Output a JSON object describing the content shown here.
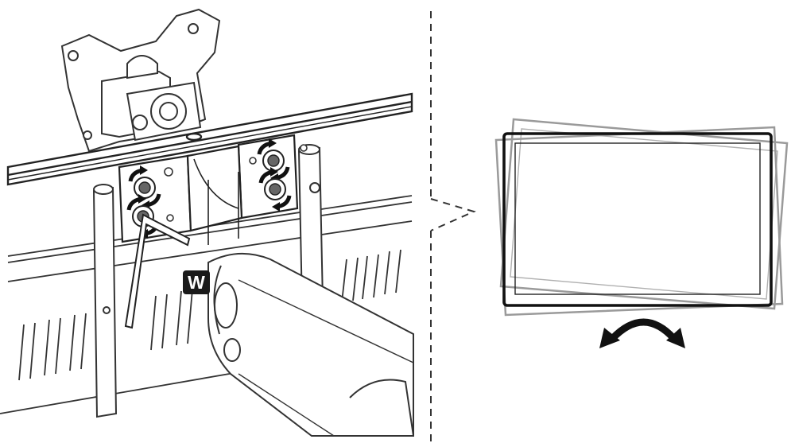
{
  "tool_callout": {
    "letter": "W",
    "meaning": "hex-key-tool"
  },
  "left_panel": {
    "subject": "monitor-mount-bracket-on-crossbar",
    "screws_adjusted": 4,
    "screw_icon": "rotate-both-ways-icon"
  },
  "right_panel": {
    "subject": "monitor-tilt-leveling",
    "frames_shown": 3,
    "rotation_icon": "double-curved-arrow-icon"
  },
  "colors": {
    "line": "#222222",
    "light_line": "#8a8a8a",
    "badge_bg": "#1a1a1a",
    "badge_text": "#ffffff",
    "background": "#ffffff"
  }
}
